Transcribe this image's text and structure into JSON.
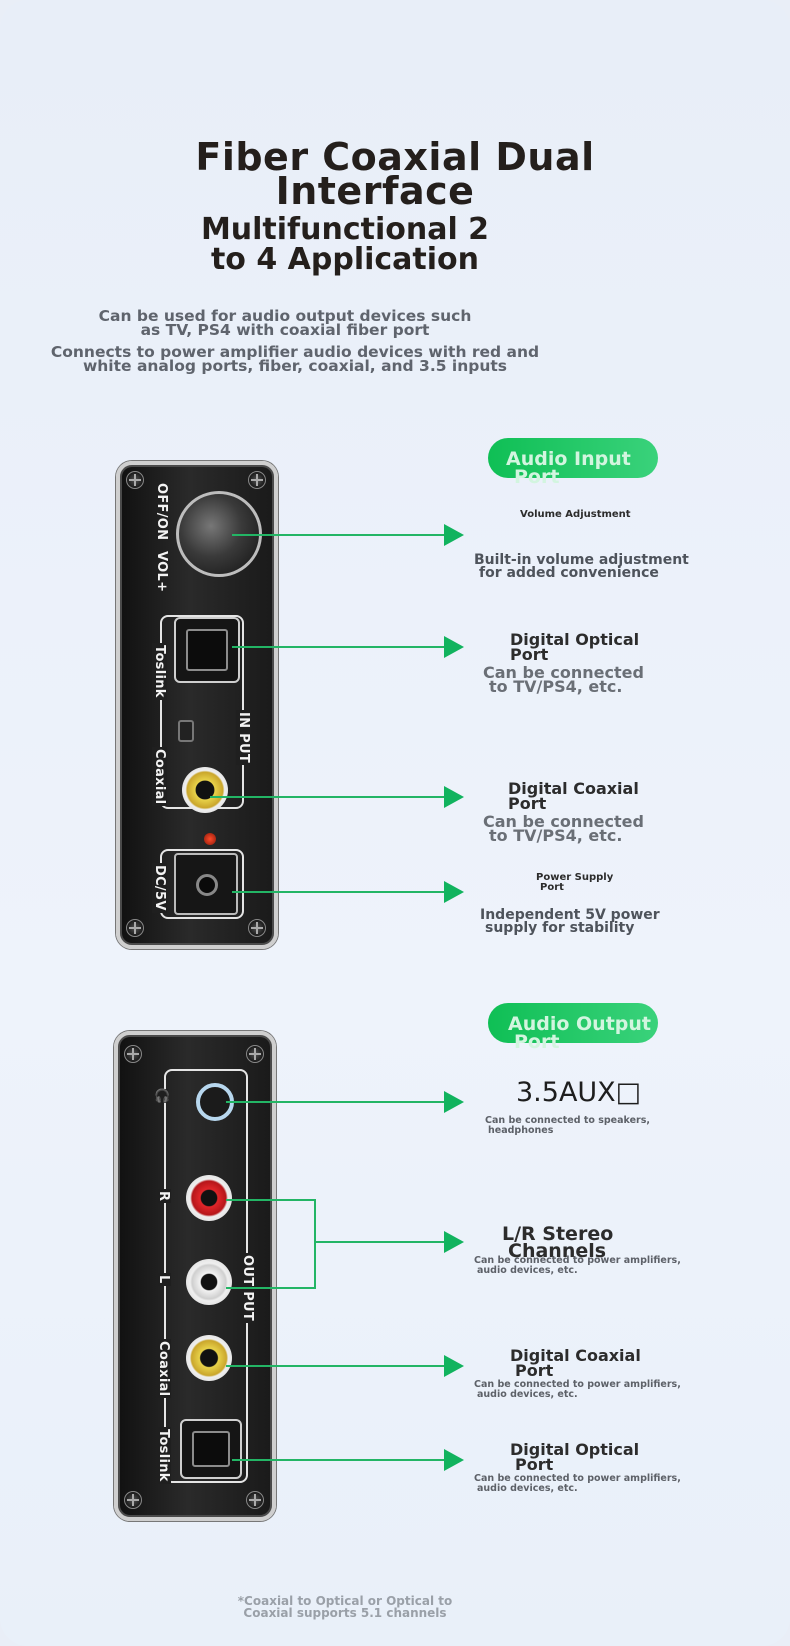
{
  "title": {
    "line1": "Fiber Coaxial Dual",
    "line1b": "Interface",
    "line2": "Multifunctional 2",
    "line2b": "to 4 Application"
  },
  "intro": {
    "line1a": "Can be used for audio output devices such",
    "line1b": "as TV, PS4 with coaxial fiber port",
    "line2a": "Connects to power amplifier audio devices with red and",
    "line2b": "white analog ports, fiber, coaxial, and 3.5 inputs"
  },
  "input_panel": {
    "header": [
      "Audio Input",
      "Port"
    ],
    "device_labels": {
      "off_on": "OFF/ON",
      "vol": "VOL+",
      "toslink": "Toslink",
      "coaxial": "Coaxial",
      "input": "IN PUT",
      "dc": "DC/5V"
    },
    "features": [
      {
        "title": [
          "Volume Adjustment"
        ],
        "desc": [
          "Built-in volume adjustment",
          "for added convenience"
        ]
      },
      {
        "title": [
          "Digital Optical",
          "Port"
        ],
        "desc": [
          "Can be connected",
          "to TV/PS4, etc."
        ]
      },
      {
        "title": [
          "Digital Coaxial",
          "Port"
        ],
        "desc": [
          "Can be connected",
          "to TV/PS4, etc."
        ]
      },
      {
        "title": [
          "Power Supply",
          "Port"
        ],
        "desc": [
          "Independent 5V power",
          "supply for stability"
        ]
      }
    ]
  },
  "output_panel": {
    "header": [
      "Audio Output",
      "Port"
    ],
    "device_labels": {
      "r": "R",
      "l": "L",
      "coaxial": "Coaxial",
      "toslink": "Toslink",
      "output": "OUT PUT"
    },
    "features": [
      {
        "title": [
          "3.5AUX□"
        ],
        "desc": [
          "Can be connected to speakers,",
          "headphones"
        ]
      },
      {
        "title": [
          "L/R Stereo",
          "Channels"
        ],
        "desc": [
          "Can be connected to power amplifiers,",
          "audio devices, etc."
        ]
      },
      {
        "title": [
          "Digital Coaxial",
          "Port"
        ],
        "desc": [
          "Can be connected to power amplifiers,",
          "audio devices, etc."
        ]
      },
      {
        "title": [
          "Digital Optical",
          "Port"
        ],
        "desc": [
          "Can be connected to power amplifiers,",
          "audio devices, etc."
        ]
      }
    ]
  },
  "footnote": [
    "*Coaxial to Optical or Optical to",
    "Coaxial supports 5.1 channels"
  ],
  "colors": {
    "accent": "#11b35e",
    "title": "#241f1c",
    "text": "#5f646d"
  }
}
